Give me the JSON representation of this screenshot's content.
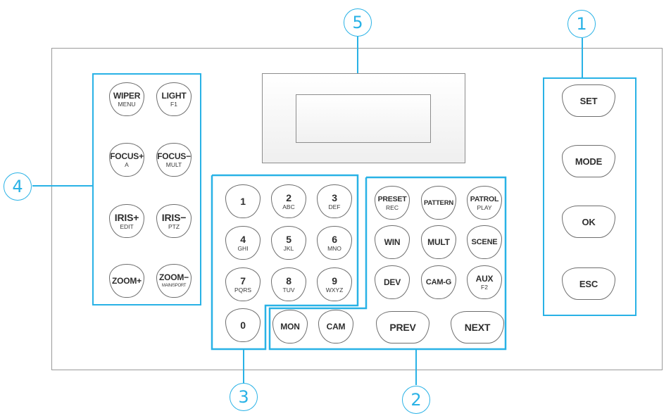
{
  "colors": {
    "accent": "#29b2e6",
    "outline": "#9a9a9a",
    "key_text": "#2e2e2e"
  },
  "callouts": [
    "1",
    "2",
    "3",
    "4",
    "5"
  ],
  "region4_keys": [
    {
      "main": "WIPER",
      "sub": "MENU"
    },
    {
      "main": "LIGHT",
      "sub": "F1"
    },
    {
      "main": "FOCUS+",
      "sub": "A"
    },
    {
      "main": "FOCUS−",
      "sub": "MULT"
    },
    {
      "main": "IRIS+",
      "sub": "EDIT"
    },
    {
      "main": "IRIS−",
      "sub": "PTZ"
    },
    {
      "main": "ZOOM+",
      "sub": ""
    },
    {
      "main": "ZOOM−",
      "sub": "MAIN/SPORT"
    }
  ],
  "region3_keys": [
    {
      "main": "1",
      "sub": ""
    },
    {
      "main": "2",
      "sub": "ABC"
    },
    {
      "main": "3",
      "sub": "DEF"
    },
    {
      "main": "4",
      "sub": "GHI"
    },
    {
      "main": "5",
      "sub": "JKL"
    },
    {
      "main": "6",
      "sub": "MNO"
    },
    {
      "main": "7",
      "sub": "PQRS"
    },
    {
      "main": "8",
      "sub": "TUV"
    },
    {
      "main": "9",
      "sub": "WXYZ"
    },
    {
      "main": "0",
      "sub": ""
    }
  ],
  "region2_keys": [
    {
      "main": "PRESET",
      "sub": "REC"
    },
    {
      "main": "PATTERN",
      "sub": ""
    },
    {
      "main": "PATROL",
      "sub": "PLAY"
    },
    {
      "main": "WIN",
      "sub": ""
    },
    {
      "main": "MULT",
      "sub": ""
    },
    {
      "main": "SCENE",
      "sub": ""
    },
    {
      "main": "DEV",
      "sub": ""
    },
    {
      "main": "CAM-G",
      "sub": ""
    },
    {
      "main": "AUX",
      "sub": "F2"
    },
    {
      "main": "MON",
      "sub": ""
    },
    {
      "main": "CAM",
      "sub": ""
    },
    {
      "main": "PREV",
      "sub": ""
    },
    {
      "main": "NEXT",
      "sub": ""
    }
  ],
  "region1_keys": [
    {
      "main": "SET"
    },
    {
      "main": "MODE"
    },
    {
      "main": "OK"
    },
    {
      "main": "ESC"
    }
  ]
}
